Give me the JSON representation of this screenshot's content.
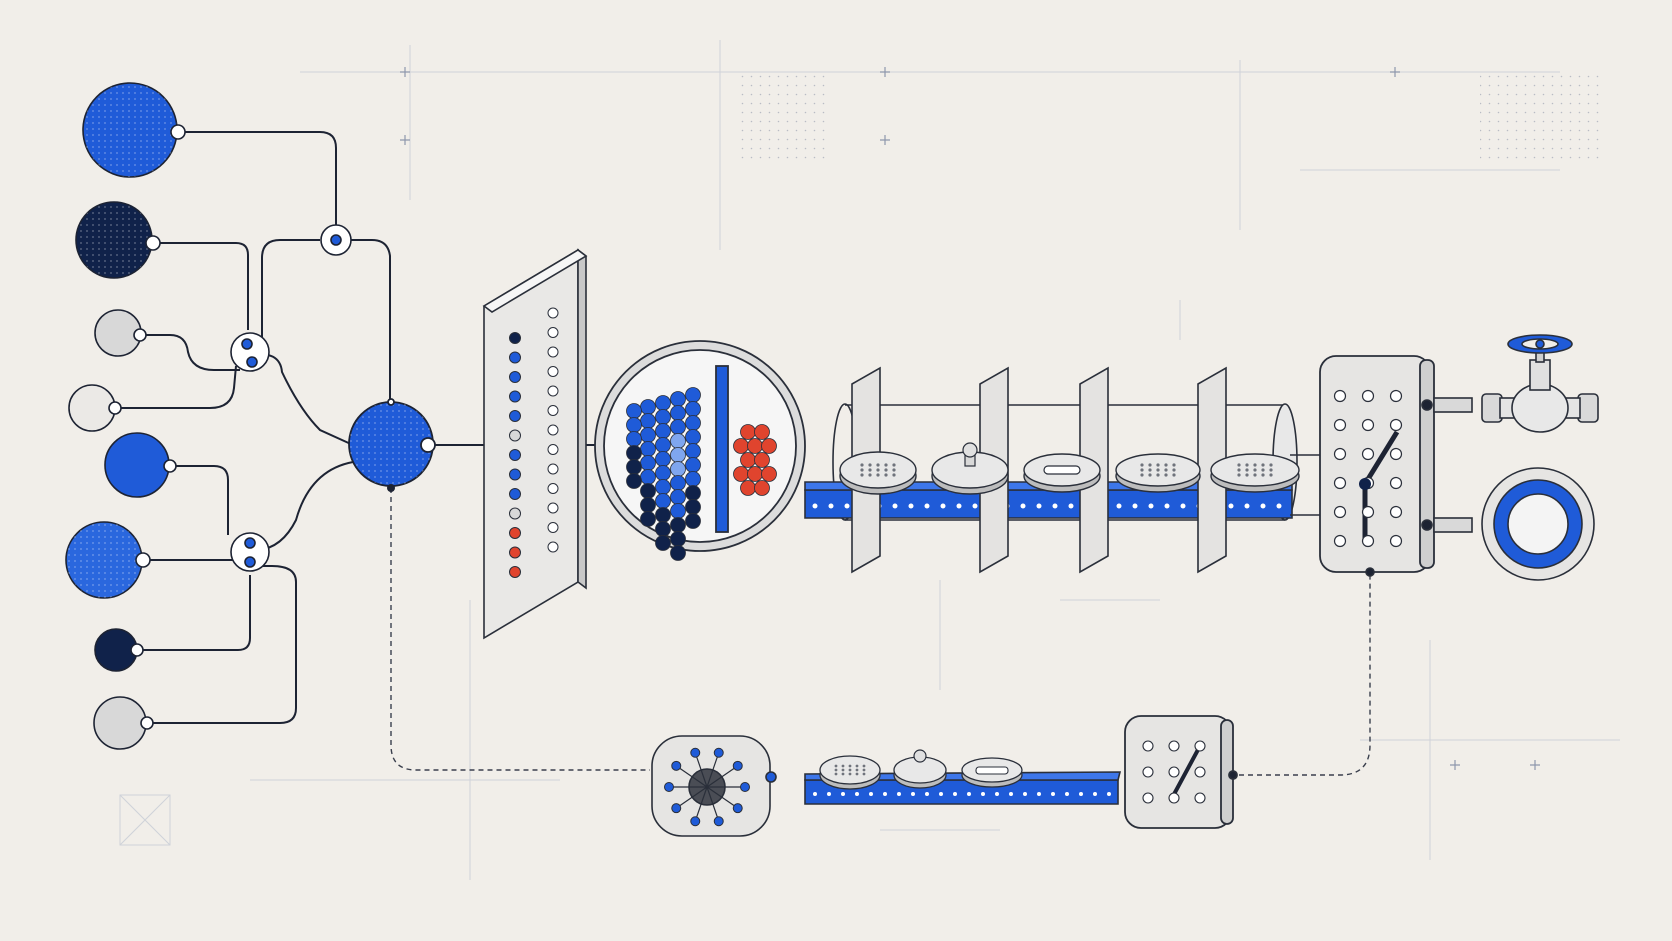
{
  "colors": {
    "background": "#f1eee9",
    "blue": "#1f5bd8",
    "navy": "#10224a",
    "grey": "#d8d8d8",
    "light": "#ebe9e6",
    "red": "#e0442e",
    "stroke": "#2a2f3a",
    "guide": "#c9cdd6"
  },
  "input_nodes": [
    {
      "id": "input-1",
      "fill": "blue"
    },
    {
      "id": "input-2",
      "fill": "navy"
    },
    {
      "id": "input-3",
      "fill": "grey"
    },
    {
      "id": "input-4",
      "fill": "light"
    },
    {
      "id": "input-5",
      "fill": "blue"
    },
    {
      "id": "input-6",
      "fill": "blue"
    },
    {
      "id": "input-7",
      "fill": "navy"
    },
    {
      "id": "input-8",
      "fill": "grey"
    }
  ],
  "icons": {
    "valve": "valve-icon",
    "gauge": "gauge-icon",
    "hub": "hub-icon",
    "switch": "switch-panel-icon",
    "lens": "magnifier-lens-icon"
  }
}
